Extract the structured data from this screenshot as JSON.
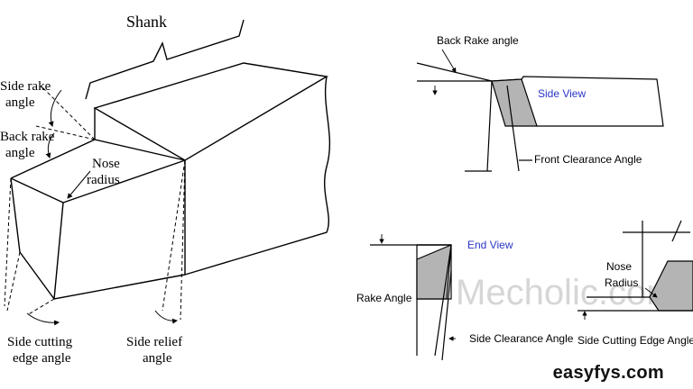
{
  "left_diagram": {
    "shank": "Shank",
    "side_rake_line1": "Side rake",
    "side_rake_line2": "angle",
    "back_rake_line1": "Back rake",
    "back_rake_line2": "angle",
    "nose_line1": "Nose",
    "nose_line2": "radius",
    "side_cutting_line1": "Side cutting",
    "side_cutting_line2": "edge angle",
    "side_relief_line1": "Side relief",
    "side_relief_line2": "angle"
  },
  "side_view": {
    "back_rake": "Back Rake angle",
    "title": "Side View",
    "front_clearance": "Front Clearance Angle"
  },
  "end_view": {
    "title": "End View",
    "rake": "Rake Angle",
    "side_clearance": "Side Clearance Angle"
  },
  "top_view": {
    "nose_line1": "Nose",
    "nose_line2": "Radius",
    "side_cutting_edge": "Side Cutting Edge Angle"
  },
  "watermark": "Mecholic.com",
  "brand": "easyfys.com",
  "colors": {
    "title_blue": "#2a35c8",
    "fill_gray": "#b4b4b4"
  }
}
